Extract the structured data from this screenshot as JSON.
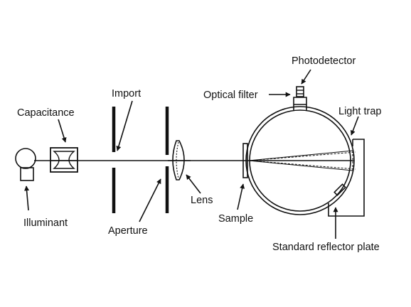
{
  "labels": {
    "capacitance": "Capacitance",
    "illuminant": "Illuminant",
    "import": "Import",
    "aperture": "Aperture",
    "lens": "Lens",
    "sample": "Sample",
    "optical_filter": "Optical filter",
    "photodetector": "Photodetector",
    "light_trap": "Light trap",
    "standard_reflector_plate": "Standard reflector plate"
  }
}
